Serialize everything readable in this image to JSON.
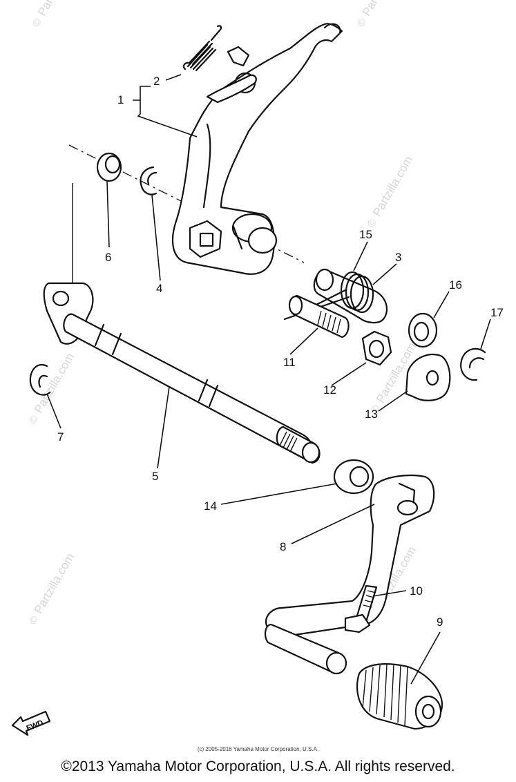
{
  "watermark": {
    "text": "Partzilla.com",
    "symbol": "©"
  },
  "callouts": [
    "1",
    "2",
    "4",
    "6",
    "15",
    "3",
    "16",
    "17",
    "11",
    "12",
    "13",
    "7",
    "5",
    "14",
    "8",
    "10",
    "9"
  ],
  "fwd_label": "FWD",
  "footer": {
    "small_copyright": "(c) 2005-2016 Yamaha Motor Corporation, U.S.A.",
    "main_copyright": "©2013 Yamaha Motor Corporation, U.S.A. All rights reserved."
  }
}
